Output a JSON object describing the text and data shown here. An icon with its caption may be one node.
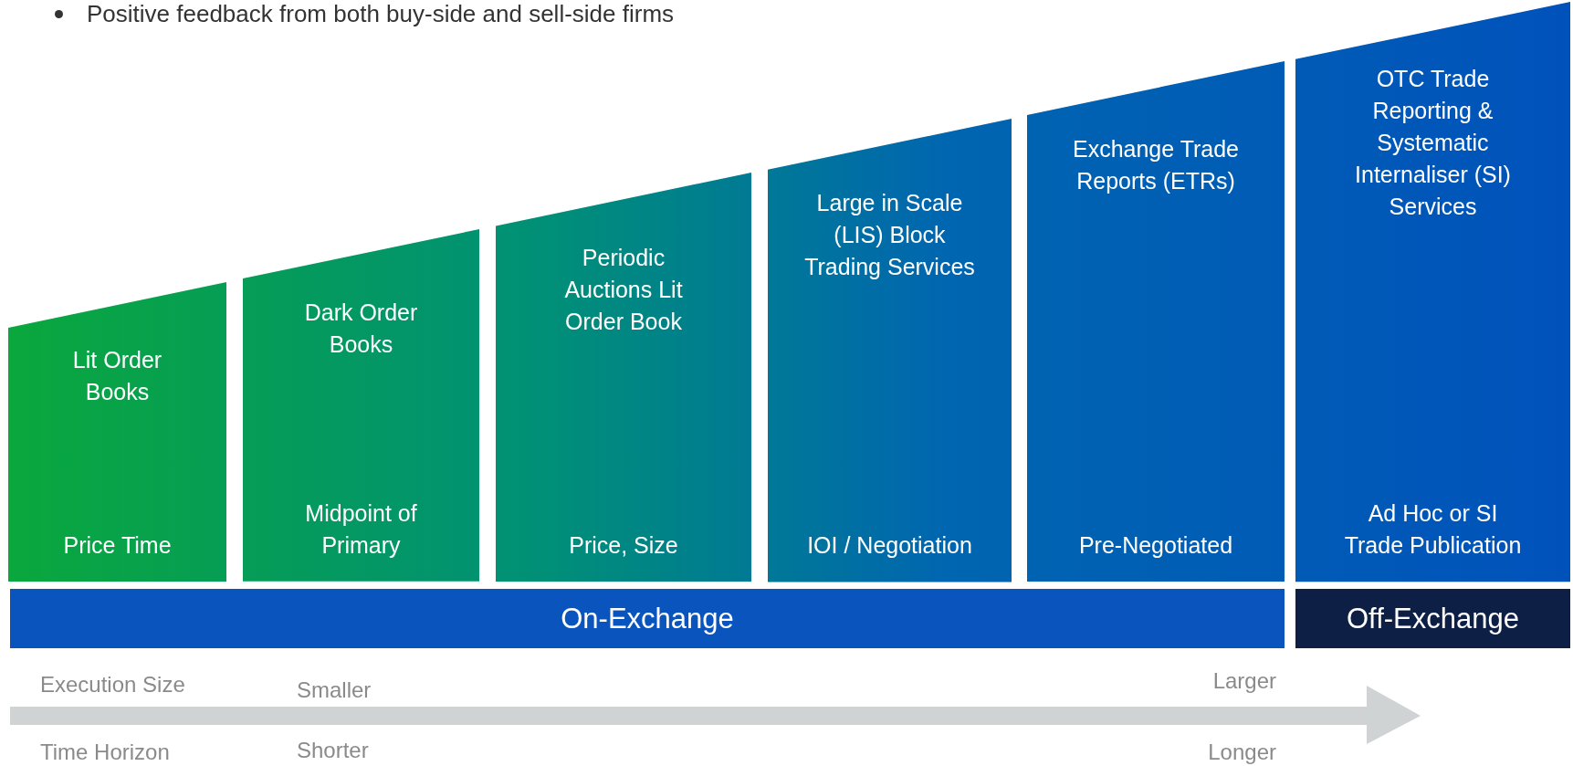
{
  "diagram": {
    "nodes": [
      {
        "text": [
          "Lit Order Books",
          "Price Time"
        ]
      },
      {
        "text": [
          "Dark Order Books",
          "Midpoint of Primary"
        ]
      },
      {
        "text": [
          "Periodic Auctions Lit Order Book",
          "Price, Size"
        ]
      },
      {
        "text": [
          "Large in Scale (LIS) Block Trading Services",
          "IOI / Negotiation"
        ]
      },
      {
        "text": [
          "Exchange Trade Reports (ETRs)",
          "Pre-Negotiated"
        ]
      },
      {
        "text": [
          "OTC Trade Reporting & Systematic Internaliser (SI) Services",
          "Ad Hoc or SI Trade Publication"
        ]
      },
      {
        "text": [
          "On-Exchange"
        ]
      },
      {
        "text": [
          "Off-Exchange"
        ]
      }
    ],
    "labels": [
      "Positive feedback from both buy-side and sell-side firms",
      "Execution Size",
      "Smaller",
      "Larger",
      "Time Horizon",
      "Shorter",
      "Longer"
    ]
  }
}
